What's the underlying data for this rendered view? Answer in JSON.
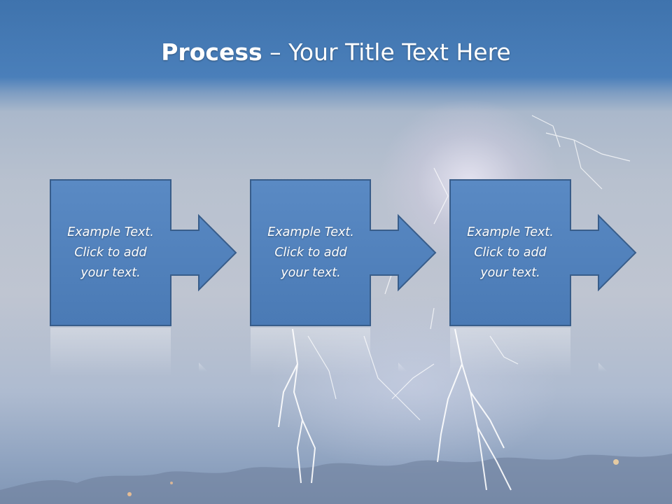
{
  "slide": {
    "title_bold": "Process",
    "title_dash": " – ",
    "title_rest": "Your Title Text Here"
  },
  "steps": [
    {
      "text": "Example Text.\nClick  to add\nyour text."
    },
    {
      "text": "Example Text.\nClick  to add\nyour text."
    },
    {
      "text": "Example Text.\nClick  to add\nyour text."
    }
  ],
  "colors": {
    "header": "#3f73ad",
    "shape_fill": "#4f81bd",
    "shape_stroke": "#385d8a",
    "text": "#ffffff"
  },
  "icons": {
    "background": "lightning-storm-photo",
    "arrow": "right-arrow-icon"
  }
}
